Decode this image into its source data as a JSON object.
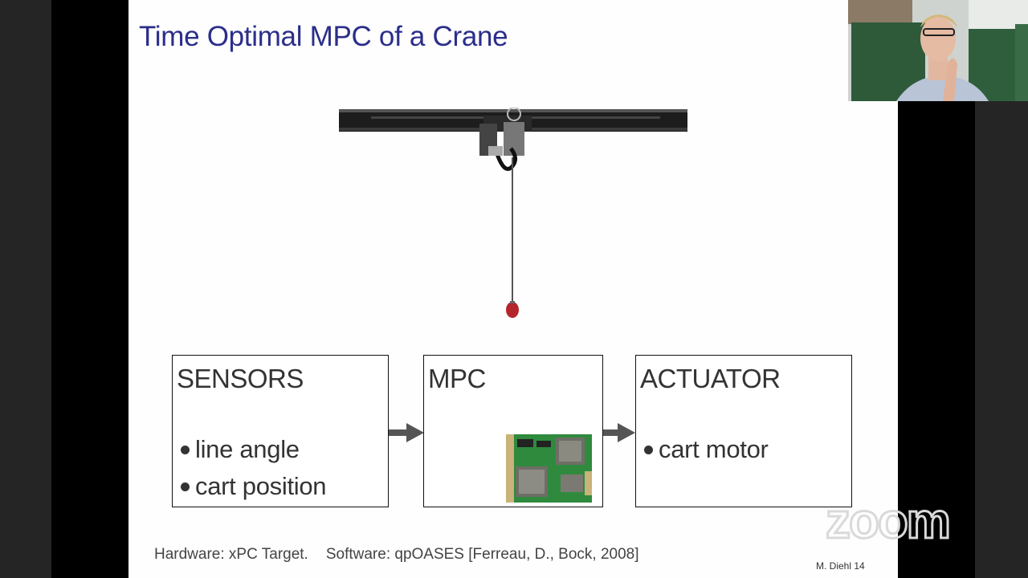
{
  "slide": {
    "title": "Time Optimal MPC of a Crane",
    "boxes": {
      "sensors": {
        "title": "SENSORS",
        "bullets": [
          "line angle",
          "cart position"
        ]
      },
      "mpc": {
        "title": "MPC"
      },
      "actuator": {
        "title": "ACTUATOR",
        "bullets": [
          "cart motor"
        ]
      }
    },
    "footer": {
      "hardware": "Hardware: xPC Target.",
      "software": "Software: qpOASES [Ferreau, D., Bock, 2008]"
    },
    "page_tag": "M. Diehl  14"
  },
  "branding": {
    "logo_text": "zoom"
  },
  "colors": {
    "title": "#2b2e8a",
    "pcb_green": "#2f8a3e",
    "weight_red": "#b3262c"
  }
}
